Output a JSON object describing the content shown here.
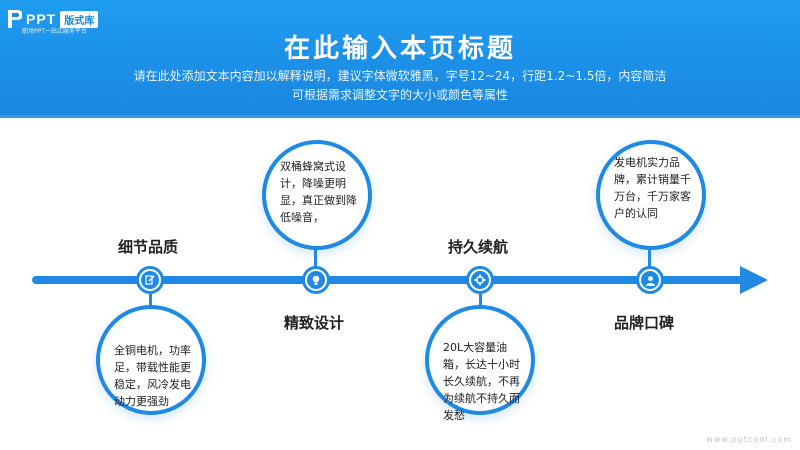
{
  "header": {
    "logo_text": "PPT",
    "logo_badge": "版式库",
    "logo_sub": "职场PPT一站式服务平台",
    "title": "在此输入本页标题",
    "subtitle_line1": "请在此处添加文本内容加以解释说明，建议字体微软雅黑，字号12~24，行距1.2~1.5倍，内容简洁",
    "subtitle_line2": "可根据需求调整文字的大小或颜色等属性"
  },
  "timeline": {
    "items": [
      {
        "label": "细节品质",
        "icon": "edit-icon",
        "text": "全铜电机，功率足，带载性能更稳定，风冷发电动力更强劲"
      },
      {
        "label": "精致设计",
        "icon": "lightbulb-icon",
        "text": "双桶蜂窝式设计，降噪更明显，真正做到降低噪音，"
      },
      {
        "label": "持久续航",
        "icon": "gear-icon",
        "text": "20L大容量油箱，长达十小时长久续航，不再为续航不持久而发愁"
      },
      {
        "label": "品牌口碑",
        "icon": "user-icon",
        "text": "发电机实力品牌，累计销量千万台，千万家客户的认同"
      }
    ]
  },
  "watermark": "www.pptcool.com",
  "colors": {
    "accent": "#1f8ae6",
    "header": "#1a86e0"
  }
}
